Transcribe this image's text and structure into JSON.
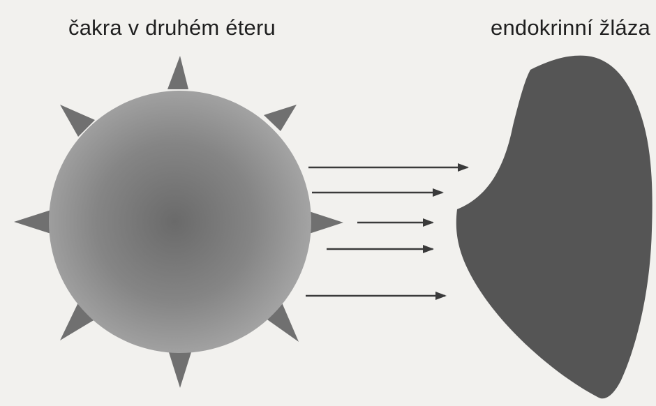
{
  "diagram": {
    "left_label": "čakra v druhém éteru",
    "right_label": "endokrinní žláza",
    "colors": {
      "background": "#f2f1ee",
      "chakra_center": "#6e6e6e",
      "chakra_edge": "#a6a6a6",
      "spikes": "#707070",
      "gland": "#555555",
      "arrows": "#3a3a3a",
      "text": "#1f1f1f"
    },
    "arrow_count": 5,
    "spike_count": 8
  }
}
